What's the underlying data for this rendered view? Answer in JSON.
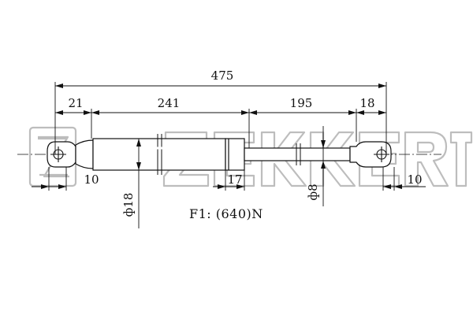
{
  "drawing": {
    "dimensions": {
      "overall_length": "475",
      "left_end_fitting": "21",
      "cylinder_body": "241",
      "rod_extension": "195",
      "right_end_fitting": "18",
      "left_eye_offset": "10",
      "right_eye_offset": "10",
      "body_end_cap": "17",
      "body_diameter": "ф18",
      "rod_diameter": "ф8"
    },
    "force_label": "F1:  (640)N"
  },
  "watermark": {
    "brand": "ZEKKERT"
  },
  "colors": {
    "line": "#111111",
    "watermark": "#bdbdbd",
    "background": "#ffffff"
  }
}
